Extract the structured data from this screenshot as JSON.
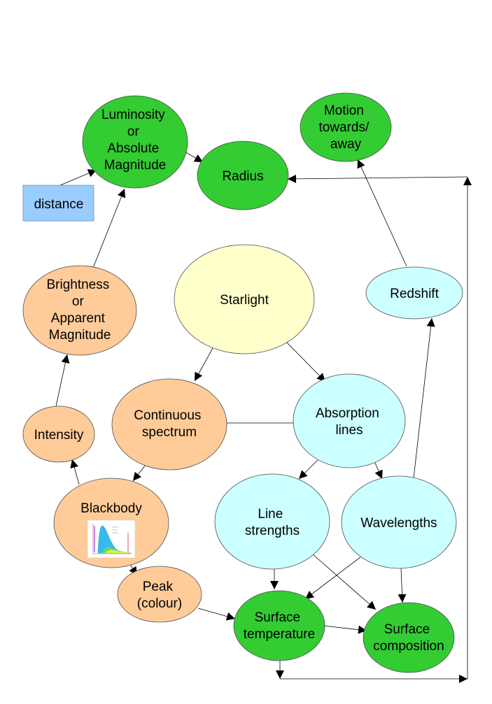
{
  "colors": {
    "green": "#33cc33",
    "orange": "#ffcc99",
    "yellow": "#ffffcc",
    "cyan": "#ccffff",
    "blue_box": "#99ccff",
    "stroke": "#4d4d4d",
    "line": "#000000"
  },
  "nodes": {
    "luminosity": {
      "lines": [
        "Luminosity",
        "or",
        "Absolute",
        "Magnitude"
      ],
      "fill": "green"
    },
    "radius": {
      "lines": [
        "Radius"
      ],
      "fill": "green"
    },
    "motion": {
      "lines": [
        "Motion",
        "towards/",
        "away"
      ],
      "fill": "green"
    },
    "distance": {
      "lines": [
        "distance"
      ],
      "fill": "blue_box"
    },
    "brightness": {
      "lines": [
        "Brightness",
        "or",
        "Apparent",
        "Magnitude"
      ],
      "fill": "orange"
    },
    "starlight": {
      "lines": [
        "Starlight"
      ],
      "fill": "yellow"
    },
    "redshift": {
      "lines": [
        "Redshift"
      ],
      "fill": "cyan"
    },
    "continuous": {
      "lines": [
        "Continuous",
        "spectrum"
      ],
      "fill": "orange"
    },
    "absorption": {
      "lines": [
        "Absorption",
        "lines"
      ],
      "fill": "cyan"
    },
    "intensity": {
      "lines": [
        "Intensity"
      ],
      "fill": "orange"
    },
    "blackbody": {
      "lines": [
        "Blackbody"
      ],
      "fill": "orange"
    },
    "line_strengths": {
      "lines": [
        "Line",
        "strengths"
      ],
      "fill": "cyan"
    },
    "wavelengths": {
      "lines": [
        "Wavelengths"
      ],
      "fill": "cyan"
    },
    "peak": {
      "lines": [
        "Peak",
        "(colour)"
      ],
      "fill": "orange"
    },
    "surface_temperature": {
      "lines": [
        "Surface",
        "temperature"
      ],
      "fill": "green"
    },
    "surface_composition": {
      "lines": [
        "Surface",
        "composition"
      ],
      "fill": "green"
    }
  },
  "edges": [
    {
      "from": "distance",
      "to": "luminosity",
      "type": "arrow"
    },
    {
      "from": "luminosity",
      "to": "radius",
      "type": "arrow"
    },
    {
      "from": "brightness",
      "to": "luminosity",
      "type": "arrow"
    },
    {
      "from": "intensity",
      "to": "brightness",
      "type": "arrow"
    },
    {
      "from": "starlight",
      "to": "continuous",
      "type": "arrow"
    },
    {
      "from": "starlight",
      "to": "absorption",
      "type": "arrow"
    },
    {
      "from": "continuous",
      "to": "absorption",
      "type": "line"
    },
    {
      "from": "continuous",
      "to": "blackbody",
      "type": "arrow"
    },
    {
      "from": "blackbody",
      "to": "intensity",
      "type": "arrow"
    },
    {
      "from": "blackbody",
      "to": "peak",
      "type": "arrow"
    },
    {
      "from": "absorption",
      "to": "line_strengths",
      "type": "arrow"
    },
    {
      "from": "absorption",
      "to": "wavelengths",
      "type": "arrow"
    },
    {
      "from": "wavelengths",
      "to": "redshift",
      "type": "arrow"
    },
    {
      "from": "redshift",
      "to": "motion",
      "type": "arrow"
    },
    {
      "from": "line_strengths",
      "to": "surface_temperature",
      "type": "arrow"
    },
    {
      "from": "line_strengths",
      "to": "surface_composition",
      "type": "arrow"
    },
    {
      "from": "wavelengths",
      "to": "surface_temperature",
      "type": "arrow"
    },
    {
      "from": "wavelengths",
      "to": "surface_composition",
      "type": "arrow"
    },
    {
      "from": "peak",
      "to": "surface_temperature",
      "type": "arrow"
    },
    {
      "from": "surface_temperature",
      "to": "surface_composition",
      "type": "arrow"
    },
    {
      "from": "surface_temperature",
      "to": "radius",
      "type": "arrow",
      "routed": true
    }
  ]
}
